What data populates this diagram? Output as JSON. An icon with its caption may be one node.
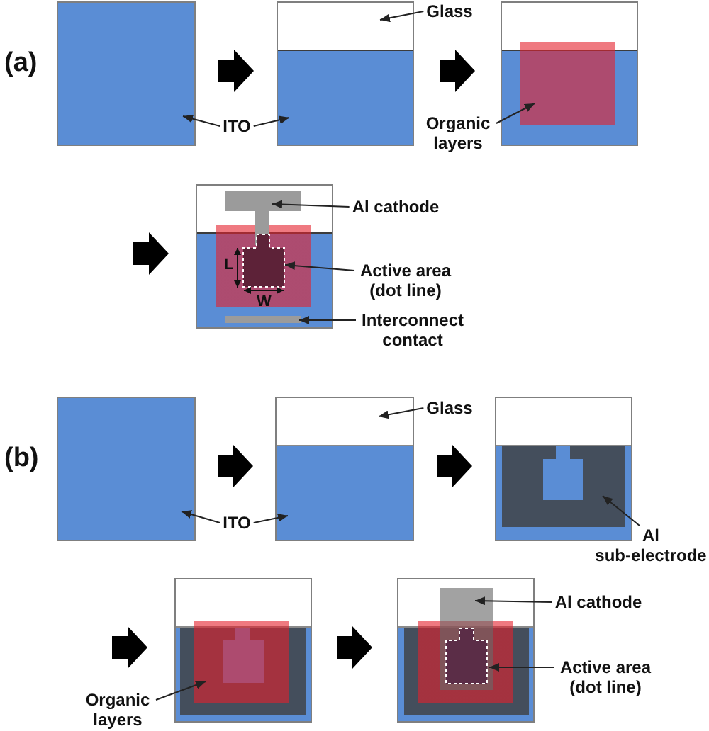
{
  "diagram": {
    "nodes": [
      {
        "text": [],
        "shape": "box"
      },
      {
        "text": [],
        "shape": "box"
      },
      {
        "text": [],
        "shape": "box",
        "in": 1
      },
      {
        "text": [],
        "shape": "box",
        "in": 1
      },
      {
        "text": [
          "Glass"
        ]
      },
      {
        "text": [],
        "shape": "box"
      },
      {
        "text": [],
        "shape": "box",
        "in": 5
      },
      {
        "text": [
          "ITO"
        ]
      },
      {
        "text": [
          "Organic layers"
        ]
      },
      {
        "text": [],
        "shape": "box"
      },
      {
        "text": [],
        "shape": "box",
        "in": 9
      },
      {
        "text": [],
        "shape": "box",
        "in": 9
      },
      {
        "text": [],
        "shape": "box",
        "in": 9
      },
      {
        "text": [
          "Al cathode"
        ]
      },
      {
        "text": [
          "Active area (dot line)"
        ]
      },
      {
        "text": [
          "Interconnect contact"
        ]
      },
      {
        "text": [],
        "shape": "box"
      },
      {
        "text": [],
        "shape": "box"
      },
      {
        "text": [],
        "shape": "box",
        "in": 17
      },
      {
        "text": [],
        "shape": "box",
        "in": 17
      },
      {
        "text": [
          "Glass"
        ]
      },
      {
        "text": [],
        "shape": "box"
      },
      {
        "text": [],
        "shape": "box",
        "in": 21
      },
      {
        "text": [
          "ITO"
        ]
      },
      {
        "text": [
          "Al sub-electrode"
        ]
      },
      {
        "text": [],
        "shape": "box"
      },
      {
        "text": [],
        "shape": "box",
        "in": 25
      },
      {
        "text": [
          "Organic layers"
        ]
      },
      {
        "text": [],
        "shape": "box"
      },
      {
        "text": [],
        "shape": "box",
        "in": 28
      },
      {
        "text": [],
        "shape": "box",
        "in": 29
      },
      {
        "text": [
          "Al cathode"
        ]
      },
      {
        "text": [
          "Active area (dot line)"
        ]
      }
    ],
    "edges": [
      {
        "from": 0,
        "to": 1,
        "arrow": "to",
        "style": "thick"
      },
      {
        "from": 4,
        "to": 2,
        "arrow": "to"
      },
      {
        "from": 1,
        "to": 5,
        "arrow": "to",
        "style": "thick"
      },
      {
        "from": 7,
        "to": 0,
        "arrow": "to"
      },
      {
        "from": 7,
        "to": 3,
        "arrow": "to"
      },
      {
        "from": 8,
        "to": 6,
        "arrow": "to"
      },
      {
        "from": null,
        "to": 9,
        "arrow": "to",
        "style": "thick"
      },
      {
        "from": 13,
        "to": 10,
        "arrow": "to"
      },
      {
        "from": 14,
        "to": 11,
        "arrow": "to"
      },
      {
        "from": 15,
        "to": 12,
        "arrow": "to"
      },
      {
        "from": 16,
        "to": 17,
        "arrow": "to",
        "style": "thick"
      },
      {
        "from": 20,
        "to": 18,
        "arrow": "to"
      },
      {
        "from": 17,
        "to": 21,
        "arrow": "to",
        "style": "thick"
      },
      {
        "from": 23,
        "to": 16,
        "arrow": "to"
      },
      {
        "from": 23,
        "to": 19,
        "arrow": "to"
      },
      {
        "from": 24,
        "to": 22,
        "arrow": "to"
      },
      {
        "from": null,
        "to": 25,
        "arrow": "to",
        "style": "thick"
      },
      {
        "from": 25,
        "to": 28,
        "arrow": "to",
        "style": "thick"
      },
      {
        "from": 27,
        "to": 26,
        "arrow": "to"
      },
      {
        "from": 31,
        "to": 29,
        "arrow": "to"
      },
      {
        "from": 32,
        "to": 30,
        "arrow": "to"
      }
    ],
    "labels": [
      "(a)",
      "L",
      "W",
      "(b)"
    ]
  }
}
